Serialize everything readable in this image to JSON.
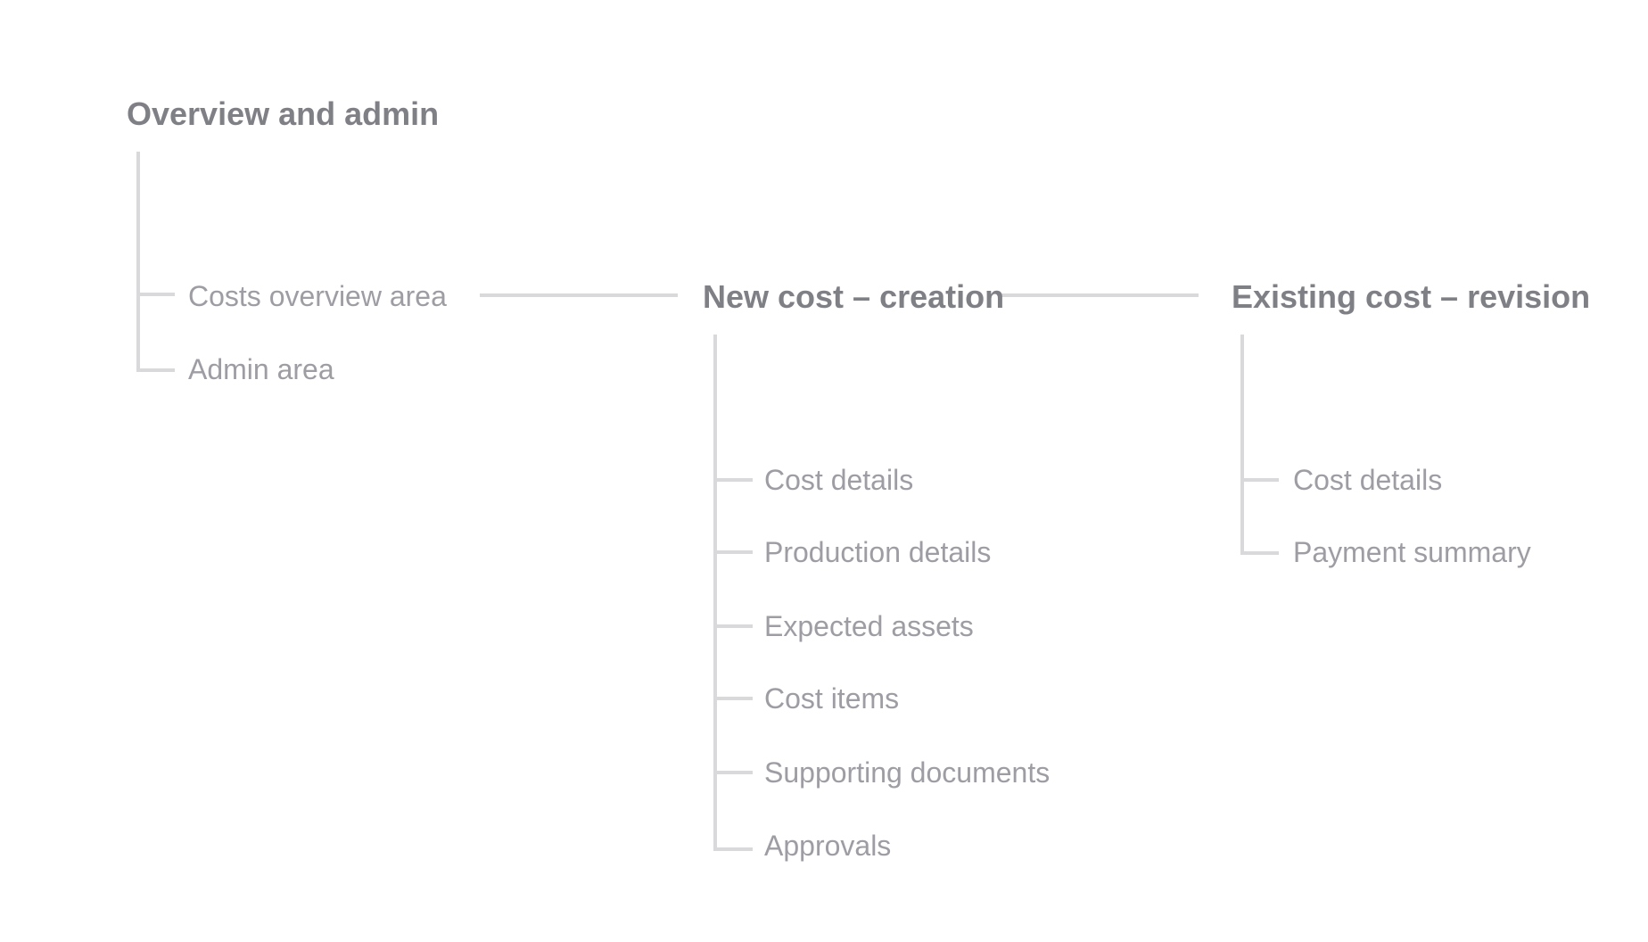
{
  "groups": [
    {
      "title": "Overview and admin",
      "items": [
        "Costs overview area",
        "Admin area"
      ]
    },
    {
      "title": "New cost – creation",
      "items": [
        "Cost details",
        "Production details",
        "Expected assets",
        "Cost items",
        "Supporting documents",
        "Approvals"
      ]
    },
    {
      "title": "Existing cost – revision",
      "items": [
        "Cost details",
        "Payment summary"
      ]
    }
  ],
  "colors": {
    "heading": "#7f7f86",
    "item": "#9d9da3",
    "connector": "#d9d9dc",
    "background": "#ffffff"
  }
}
